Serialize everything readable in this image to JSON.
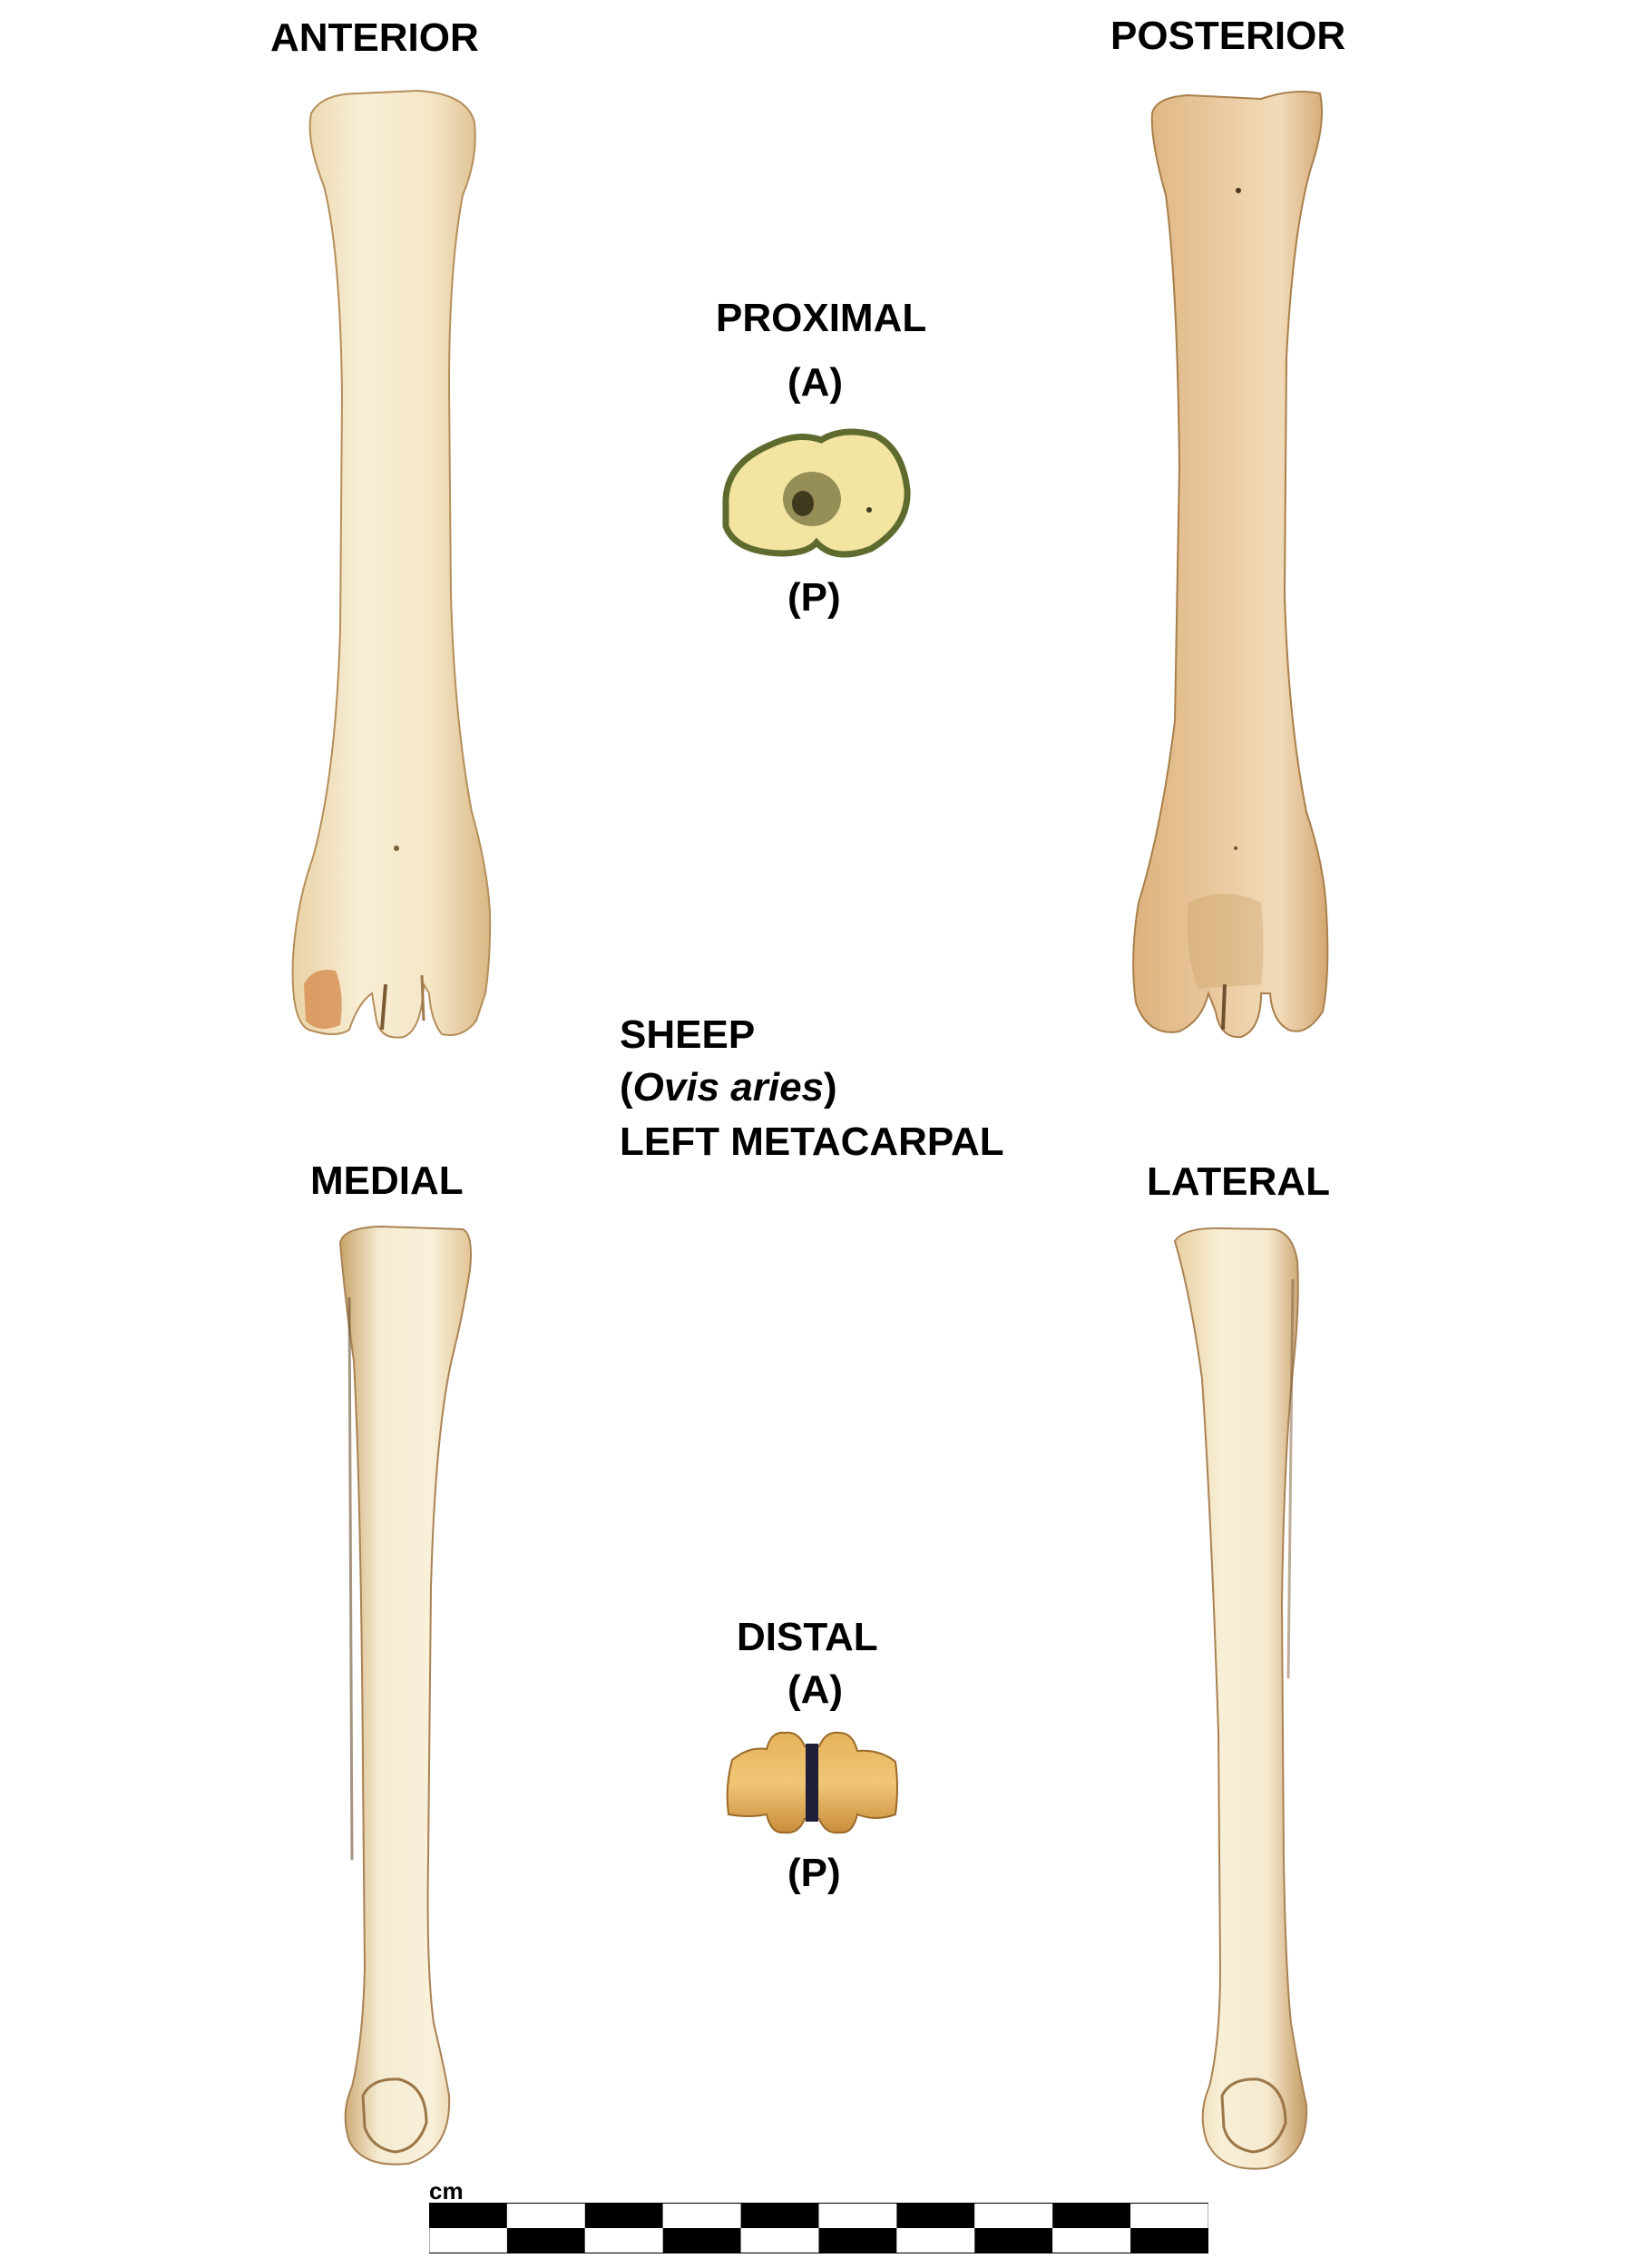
{
  "labels": {
    "anterior": "ANTERIOR",
    "posterior": "POSTERIOR",
    "proximal": "PROXIMAL",
    "proximal_a": "(A)",
    "proximal_p": "(P)",
    "species_common": "SHEEP",
    "species_latin_open": "(",
    "species_latin": "Ovis aries",
    "species_latin_close": ")",
    "element": "LEFT METACARPAL",
    "medial": "MEDIAL",
    "lateral": "LATERAL",
    "distal": "DISTAL",
    "distal_a": "(A)",
    "distal_p": "(P)",
    "scale_unit": "cm"
  },
  "colors": {
    "bone_light": "#f6ead0",
    "bone_mid": "#ecd6ad",
    "bone_dark": "#c9a26d",
    "bone_posterior": "#e3c196",
    "proximal_face": "#f3e3a0",
    "proximal_edge": "#5e6b2e",
    "distal_face": "#e0a955",
    "scale_black": "#000000",
    "scale_white": "#ffffff"
  },
  "scale": {
    "segments": 10
  }
}
